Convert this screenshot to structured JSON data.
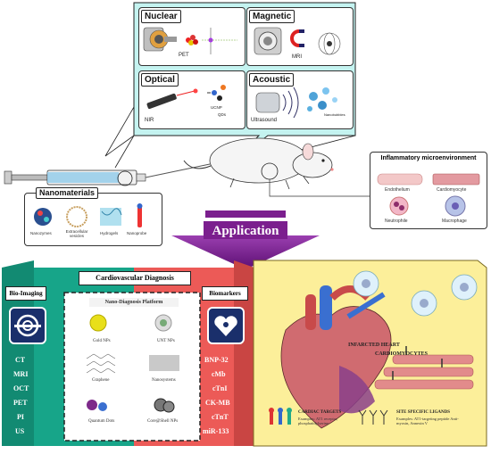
{
  "modalities": {
    "nuclear": {
      "title": "Nuclear",
      "sub": "PET"
    },
    "magnetic": {
      "title": "Magnetic",
      "sub": "MRI"
    },
    "optical": {
      "title": "Optical",
      "sub": "NIR",
      "extra": [
        "UCNP",
        "QDs"
      ]
    },
    "acoustic": {
      "title": "Acoustic",
      "sub": "Ultrasound",
      "extra": "Nanobubbles"
    }
  },
  "nanomaterials": {
    "title": "Nanomaterials",
    "items": [
      "Nanozymes",
      "Extracellular vesicles",
      "Hydrogels",
      "Nanoprobe"
    ]
  },
  "inflammatory": {
    "title": "Inflammatory microenvironment",
    "cells": [
      "Endothelium",
      "Cardiomyocyte",
      "Neutrophile",
      "Macrophage"
    ]
  },
  "application": {
    "label": "Application"
  },
  "bioimaging": {
    "title": "Bio-Imaging",
    "items": [
      "CT",
      "MRI",
      "OCT",
      "PET",
      "PI",
      "US"
    ]
  },
  "diagnosis": {
    "title": "Cardiovascular Diagnosis",
    "platform": "Nano-Diagnosis Platform",
    "items": [
      "Gold NPs",
      "UNT NPs",
      "Graphene",
      "Nanosystems",
      "Quantum Dots",
      "Core@Shell NPs"
    ]
  },
  "biomarkers": {
    "title": "Biomarkers",
    "items": [
      "BNP-32",
      "cMb",
      "cTnI",
      "CK-MB",
      "cTnT",
      "miR-133"
    ]
  },
  "heart_panel": {
    "infarcted": "INFARCTED HEART",
    "cardiomyocytes": "CARDIOMYOCYTES",
    "targets_title": "CARDIAC TARGETS",
    "targets_desc": "Examples: AT1 receptor, phosphatidylserine",
    "ligands_title": "SITE SPECIFIC LIGANDS",
    "ligands_desc": "Examples: AT1-targeting peptide Anti-myosin, Annexin V"
  },
  "colors": {
    "teal": "#17a589",
    "red": "#ec5a57",
    "cream": "#fcef9a",
    "purple": "#7b1f8e",
    "cyan_panel": "#bdf2ef"
  }
}
